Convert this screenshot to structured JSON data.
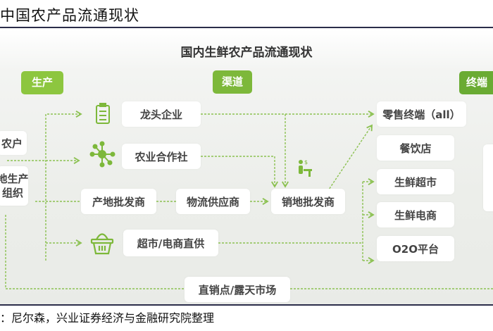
{
  "page_title": "中国农产品流通现状",
  "diagram": {
    "title": "国内生鲜农产品流通现状",
    "stages": {
      "production": "生产",
      "channel": "渠道",
      "terminal": "终端"
    },
    "producers": {
      "farmer": "农户",
      "org": "地生产\n组织"
    },
    "channels": {
      "leading_enterprise": "龙头企业",
      "cooperative": "农业合作社",
      "origin_wholesaler": "产地批发商",
      "logistics": "物流供应商",
      "sales_wholesaler": "销地批发商",
      "direct_supply": "超市/电商直供",
      "direct_market": "直销点/露天市场"
    },
    "terminals": [
      "零售终端（all）",
      "餐饮店",
      "生鲜超市",
      "生鲜电商",
      "O2O平台"
    ],
    "colors": {
      "accent": "#8dc63f",
      "badge": "#7db83a",
      "line": "#8cc152"
    }
  },
  "source": "：尼尔森，兴业证券经济与金融研究院整理"
}
